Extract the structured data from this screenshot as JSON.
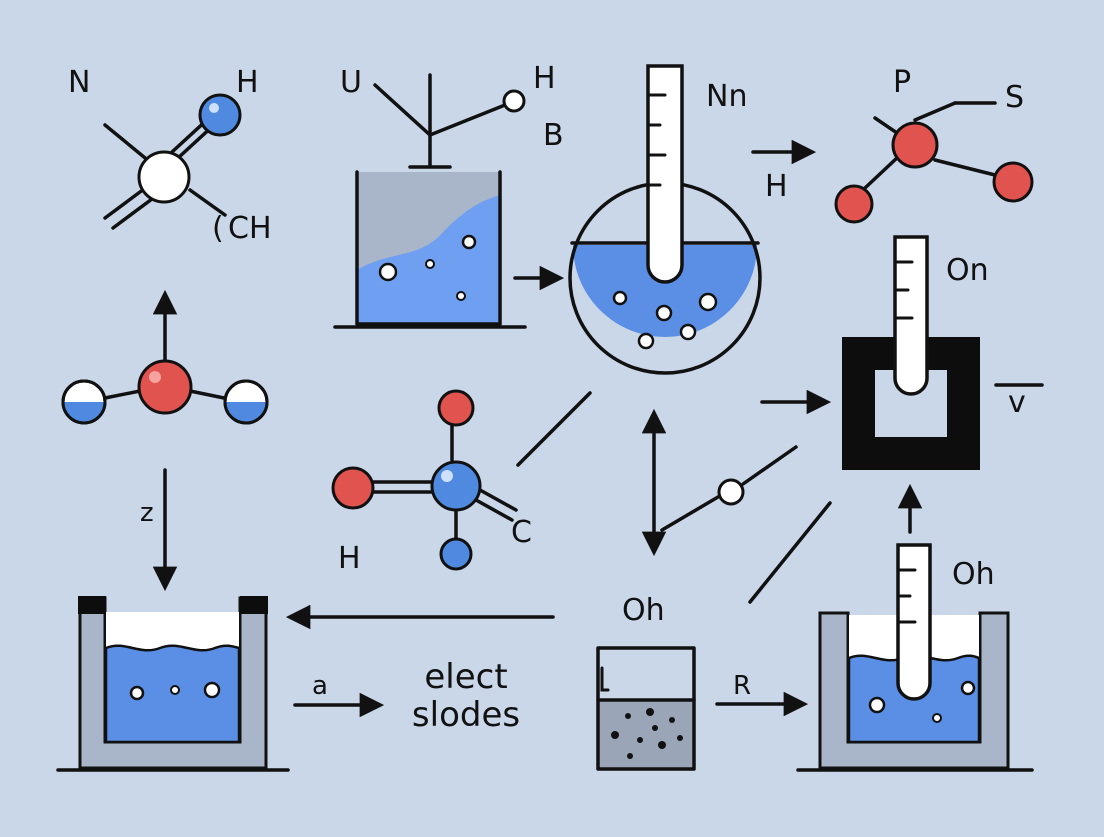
{
  "colors": {
    "background": "#c9d7e8",
    "water": "#5b8fe6",
    "water_light": "#6f9ff0",
    "atom_red": "#e0534f",
    "atom_blue": "#4f8ae0",
    "atom_white": "#ffffff",
    "outline": "#111111",
    "container_gray": "#a9b6ca",
    "sediment_gray": "#9aa6b8",
    "block_black": "#0d0d0d"
  },
  "labels": {
    "mol1_n": "N",
    "mol1_h": "H",
    "mol1_ch": "CH",
    "mol1_open": "(",
    "beaker_u": "U",
    "beaker_h": "H",
    "beaker_b": "B",
    "flask_nn": "Nn",
    "arrow_h": "H",
    "mol4_p": "P",
    "mol4_s": "S",
    "block_on": "On",
    "block_v": "v",
    "mol_center_h": "H",
    "mol_center_c": "C",
    "arrow_z": "z",
    "arrow_a": "a",
    "caption_line1": "elect",
    "caption_line2": "slodes",
    "center_oh": "Oh",
    "arrow_r": "R",
    "tank_oh": "Oh"
  }
}
